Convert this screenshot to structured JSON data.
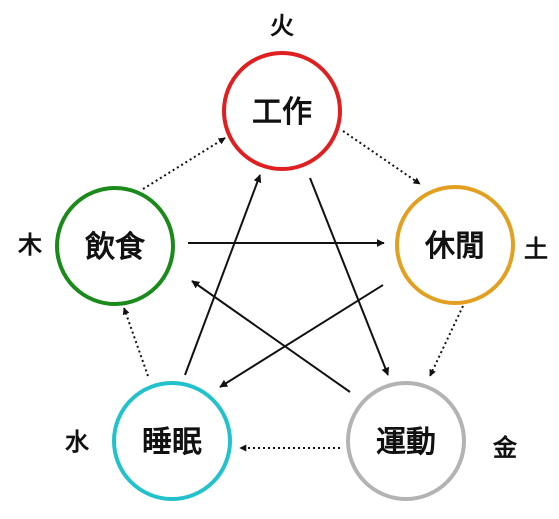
{
  "nodes": [
    {
      "id": "work",
      "label": "工作",
      "element": "火",
      "color": "#e02020"
    },
    {
      "id": "rest",
      "label": "休閒",
      "element": "土",
      "color": "#e3a020"
    },
    {
      "id": "exercise",
      "label": "運動",
      "element": "金",
      "color": "#b3b3b3"
    },
    {
      "id": "sleep",
      "label": "睡眠",
      "element": "水",
      "color": "#22c2cc"
    },
    {
      "id": "diet",
      "label": "飲食",
      "element": "木",
      "color": "#1a8a1a"
    }
  ],
  "cycle_arrows": [
    {
      "from": "work",
      "to": "rest",
      "style": "dotted"
    },
    {
      "from": "rest",
      "to": "exercise",
      "style": "dotted"
    },
    {
      "from": "exercise",
      "to": "sleep",
      "style": "dotted"
    },
    {
      "from": "sleep",
      "to": "diet",
      "style": "dotted"
    },
    {
      "from": "diet",
      "to": "work",
      "style": "dotted"
    }
  ],
  "star_arrows": [
    {
      "from": "diet",
      "to": "rest",
      "style": "solid"
    },
    {
      "from": "rest",
      "to": "sleep",
      "style": "solid"
    },
    {
      "from": "sleep",
      "to": "work",
      "style": "solid"
    },
    {
      "from": "work",
      "to": "exercise",
      "style": "solid"
    },
    {
      "from": "exercise",
      "to": "diet",
      "style": "solid"
    }
  ]
}
